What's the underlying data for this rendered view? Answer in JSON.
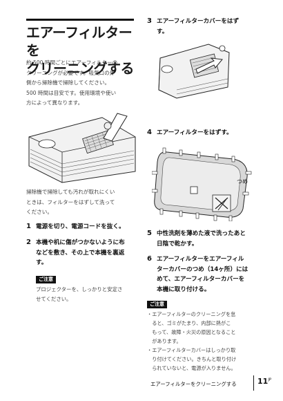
{
  "title": "エアーフィルターを\nクリーニングする",
  "intro": "約 500 時間ごとにエアーフィルターの\nクリーニングが必要です。吸気口の外\n側から掃除機で掃除してください。\n500 時間は目安です。使用環境や使い\n方によって異なります。",
  "hint": "掃除機で掃除しても汚れが取れにくい\nときは、フィルターをはずして洗って\nください。",
  "steps": {
    "s1": {
      "num": "1",
      "text": "電源を切り、電源コードを抜く。"
    },
    "s2": {
      "num": "2",
      "text": "本機や机に傷がつかないように布\nなどを敷き、その上で本機を裏返\nす。"
    },
    "s3": {
      "num": "3",
      "text": "エアーフィルターカバーをはず\nす。"
    },
    "s4": {
      "num": "4",
      "text": "エアーフィルターをはずす。"
    },
    "s5": {
      "num": "5",
      "text": "中性洗剤を薄めた液で洗ったあと\n日陰で乾かす。"
    },
    "s6": {
      "num": "6",
      "text": "エアーフィルターをエアーフィル\nターカバーのつめ（14ヶ所）には\nめて、エアーフィルターカバーを\n本機に取り付ける。"
    }
  },
  "note_left": {
    "badge": "ご注意",
    "text": "プロジェクターを、しっかりと安定さ\nせてください。"
  },
  "note_right": {
    "badge": "ご注意",
    "text": "・エアーフィルターのクリーニングを怠\n　ると、ゴミがたまり、内部に熱がこ\n　もって、故障・火災の原因となること\n　があります。\n・エアーフィルターカバーはしっかり取\n　り付けてください。きちんと取り付け\n　られていないと、電源が入りません。"
  },
  "illus_label": "つめ",
  "footer": {
    "label": "エアーフィルターをクリーニングする",
    "page": "11",
    "suffix": "JP"
  }
}
